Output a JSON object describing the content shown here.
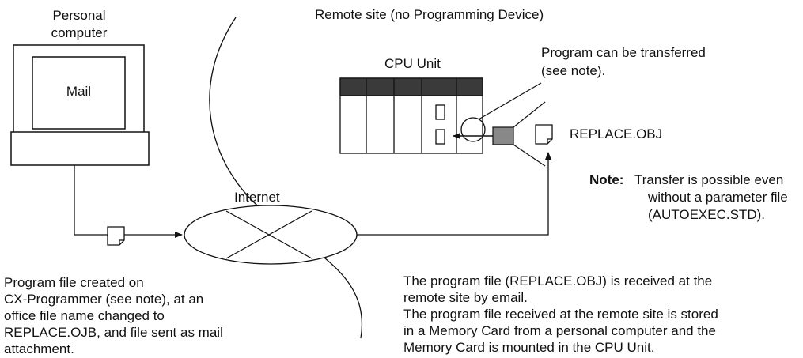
{
  "pc": {
    "label_line1": "Personal",
    "label_line2": "computer",
    "screen_text": "Mail"
  },
  "remote_site_label": "Remote site (no Programming Device)",
  "cpu_unit_label": "CPU Unit",
  "transfer_label_line1": "Program can be transferred",
  "transfer_label_line2": "(see note).",
  "file_name": "REPLACE.OBJ",
  "note": {
    "prefix": "Note:",
    "line1": "Transfer is possible even",
    "line2": "without a parameter file",
    "line3": "(AUTOEXEC.STD)."
  },
  "internet_label": "Internet",
  "left_caption": [
    "Program file created on",
    "CX-Programmer (see note), at an",
    "office file name changed to",
    "REPLACE.OJB, and file sent as mail",
    "attachment."
  ],
  "right_caption": [
    "The program file (REPLACE.OBJ) is received at the",
    "remote site by email.",
    "The program file received at the remote site is stored",
    "in a Memory Card from a personal computer and the",
    "Memory Card is mounted in the CPU Unit."
  ]
}
